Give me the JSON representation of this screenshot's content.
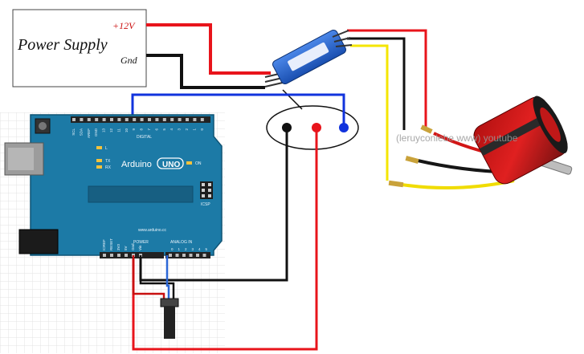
{
  "power_supply": {
    "title": "Power Supply",
    "plus_label": "+12V",
    "gnd_label": "Gnd"
  },
  "arduino": {
    "brand": "Arduino",
    "model": "UNO",
    "url": "www.arduino.cc",
    "digital_label": "DIGITAL",
    "power_label": "POWER",
    "analog_label": "ANALOG IN",
    "icsp_label": "ICSP",
    "led_l": "L",
    "led_tx": "TX",
    "led_rx": "RX",
    "led_on": "ON",
    "top_pins": [
      "SCL",
      "SDA",
      "AREF",
      "GND",
      "13",
      "12",
      "11",
      "10",
      "9",
      "8",
      "7",
      "6",
      "5",
      "4",
      "3",
      "2",
      "1",
      "0"
    ],
    "bottom_pins": [
      "IOREF",
      "RESET",
      "3V3",
      "5V",
      "Gnd",
      "Vin",
      "0",
      "1",
      "2",
      "3",
      "4",
      "5"
    ]
  },
  "motor": {
    "watermark": "(leruyconlebe.www) youtube"
  },
  "colors": {
    "wire_red": "#e8141b",
    "wire_black": "#111111",
    "wire_blue": "#1133dd",
    "wire_yellow": "#f4e600",
    "board": "#1c7aa6",
    "board_dark": "#146085",
    "label_red": "#cc1111"
  }
}
